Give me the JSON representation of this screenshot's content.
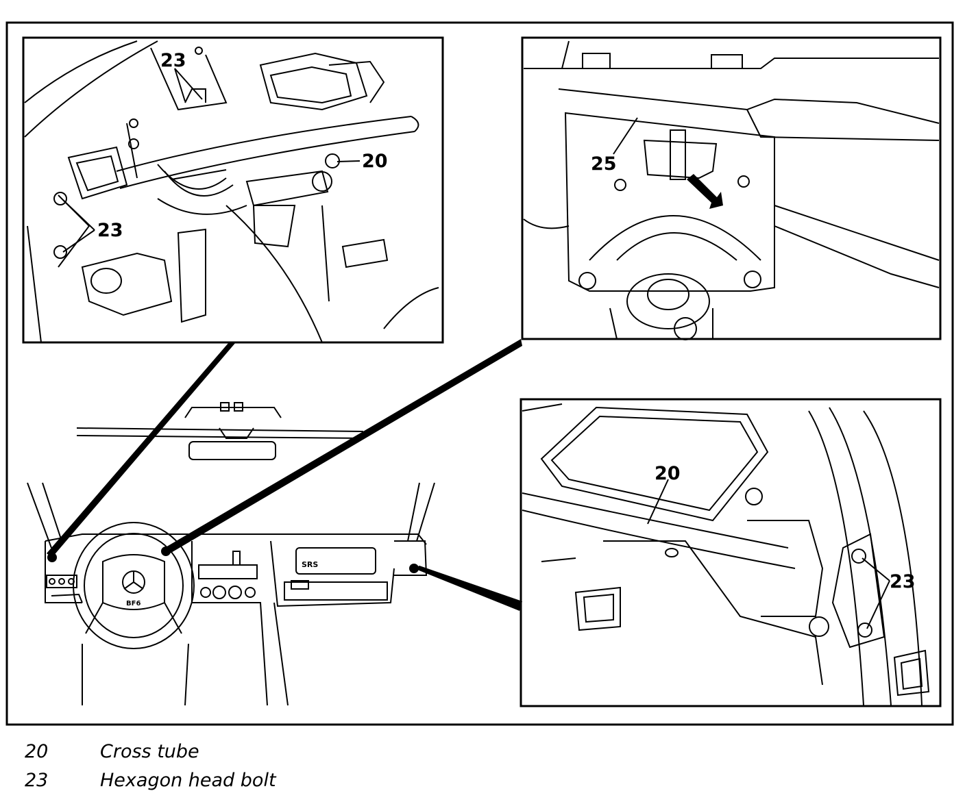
{
  "callouts": {
    "tl_23_top": "23",
    "tl_20": "20",
    "tl_23_left": "23",
    "tr_25": "25",
    "br_20": "20",
    "br_23": "23"
  },
  "dashboard": {
    "airbag_label": "SRS",
    "hub_label": "BF6"
  },
  "legend": [
    {
      "number": "20",
      "label": "Cross tube"
    },
    {
      "number": "23",
      "label": "Hexagon head bolt"
    }
  ]
}
